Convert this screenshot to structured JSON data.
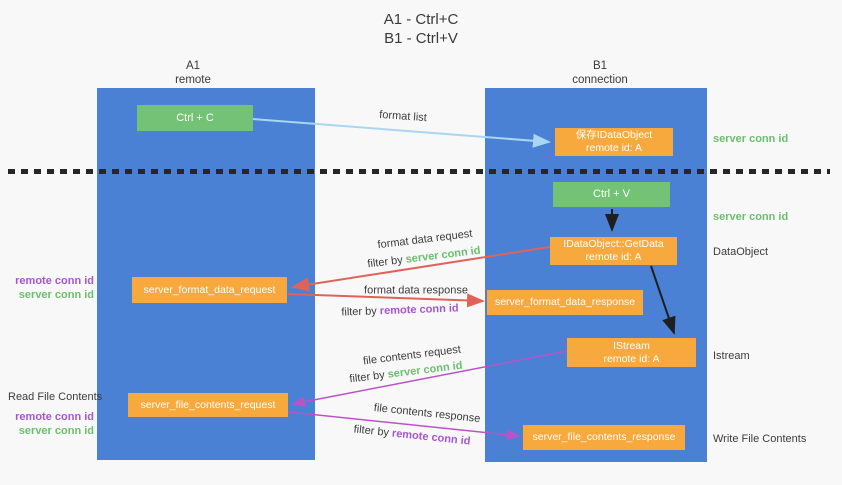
{
  "title": {
    "line1": "A1 - Ctrl+C",
    "line2": "B1 - Ctrl+V"
  },
  "lanes": {
    "a": {
      "id": "A1",
      "subtitle": "remote"
    },
    "b": {
      "id": "B1",
      "subtitle": "connection"
    }
  },
  "nodes": {
    "ctrl_c": {
      "label": "Ctrl + C"
    },
    "ctrl_v": {
      "label": "Ctrl + V"
    },
    "save_idataobject": {
      "line1": "保存IDataObject",
      "line2": "remote id: A"
    },
    "getdata": {
      "line1": "IDataObject::GetData",
      "line2": "remote id: A"
    },
    "istream": {
      "line1": "IStream",
      "line2": "remote id: A"
    },
    "server_format_data_request": {
      "label": "server_format_data_request"
    },
    "server_format_data_response": {
      "label": "server_format_data_response"
    },
    "server_file_contents_request": {
      "label": "server_file_contents_request"
    },
    "server_file_contents_response": {
      "label": "server_file_contents_response"
    }
  },
  "edge_labels": {
    "format_list": "format list",
    "format_data_request": "format data request",
    "format_data_response": "format data response",
    "file_contents_request": "file contents request",
    "file_contents_response": "file contents response",
    "filter_by": "filter by ",
    "server_conn_id": "server conn id",
    "remote_conn_id": "remote conn id"
  },
  "side_labels": {
    "server_conn_id_top": "server conn id",
    "server_conn_id_mid": "server conn id",
    "dataobject": "DataObject",
    "istream": "Istream",
    "write_file_contents": "Write File Contents",
    "read_file_contents": "Read File Contents",
    "remote_conn_id": "remote conn id",
    "server_conn_id": "server conn id"
  },
  "colors": {
    "lane_blue": "#4a81d5",
    "node_green": "#74c276",
    "node_orange": "#f8a93e",
    "text_green": "#6cbf6e",
    "text_purple": "#a855d0",
    "arrow_red": "#e0635a",
    "arrow_purple": "#bb53c8",
    "arrow_lightblue": "#a9d7f2",
    "arrow_black": "#1f1f1f",
    "background": "#f8f8f8"
  }
}
